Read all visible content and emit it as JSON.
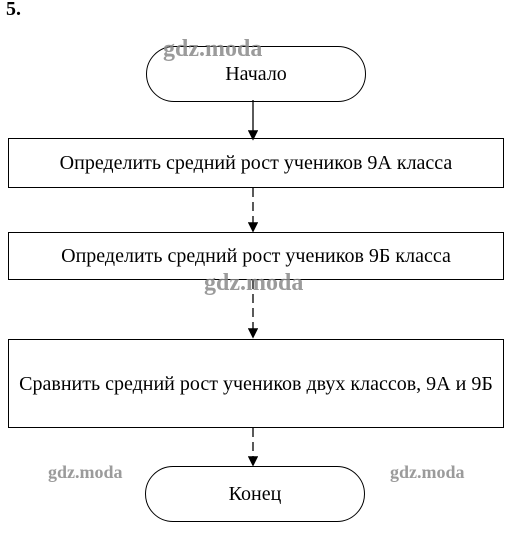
{
  "task_number": "5.",
  "flowchart": {
    "start_label": "Начало",
    "steps": [
      "Определить средний рост учеников 9А класса",
      "Определить средний рост учеников 9Б класса",
      "Сравнить средний рост учеников двух классов, 9А и 9Б"
    ],
    "end_label": "Конец"
  },
  "watermarks": [
    "gdz.moda",
    "gdz.moda",
    "gdz.moda",
    "gdz.moda"
  ]
}
